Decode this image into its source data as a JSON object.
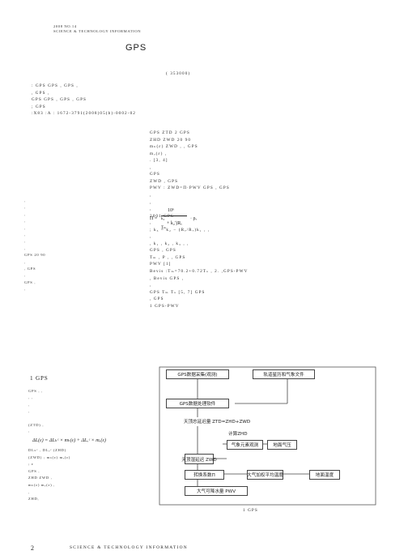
{
  "header": {
    "issue": "2008  NO.14",
    "journal": "SCIENCE  &  TECHNOLOGY  INFORMATION"
  },
  "title": "GPS",
  "affiliation": "(                                    353000)",
  "abstract_lines": [
    ":          GPS                  GPS                              ,          GPS                                                    ,",
    "                                          , GPS                                                                        ,",
    "GPS                                     GPS               ,              GPS             ,              GPS",
    "                   ; GPS",
    "         :X83                                      :A                                    : 1672-3791(2008)05(b)-0002-02"
  ],
  "right_lines": [
    "GPS                                                      ZTD     2  GPS",
    "            ZHD           ZWD                                          20       90",
    "mₕ(ε)                                    ZWD ,                       ,      GPS",
    "mₔ(ε)                                                                              ,",
    ".                                                                       [3, 4]",
    "                                                                    ,",
    "                                                                             GPS",
    "                                 ZWD                              ,          GPS",
    "PWV          : ZWD=Π·PWV            GPS          ,  GPS",
    "                                                                                                   ,",
    "                                                                               ,",
    "                                             ,",
    "                                                                             2001           GPS",
    "                                                                                                 ,",
    "                            ; k₃ = k₂ − (Rₑ/Rᵥ)k₁ ,                                   ,",
    "                                                     ,",
    ", k₁ ,  k₂ ,  k₃ ,                           ,",
    "GPS                               ,                                 GPS",
    "Tₘ                              ,                P            ,                   ,     GPS",
    "         PWV              [1]",
    "Bevis                       :Tₘ=70.2+0.72Tₛ ,         2.   ,GPS-PWV",
    "                                        , Bevis                                              GPS               ,",
    "                                                                                                               ,",
    "GPS                       Tₘ         Tₛ                                       [5, 7]                     GPS",
    "                                                           , GPS",
    "                                          1                                     GPS-PWV"
  ],
  "left_lines": [
    "                                                                                                                      ,",
    "                                                                                                                ,",
    "                                                                                                                    ,",
    "                                                                                                                 ,",
    "                                                                                                                 ,",
    "                                                                                                    ,",
    ",",
    "                                                                                                    ,",
    "GPS                20           90",
    ",",
    ",                                    GPS",
    "                  ,",
    "      GPS                ,",
    "            ,"
  ],
  "section1": {
    "heading": "1     GPS",
    "lines": [
      "GPS                          ,                      ,",
      "               ,                                   ,",
      ",",
      "                               ,",
      "",
      "(ZTD)                                                  ,",
      "                       :"
    ],
    "eq_main": "ΔL(ε) = ΔLₕᶜ × mₕ(ε) + ΔLᵥᶜ × mᵥ(ε)",
    "lines2": [
      "DLₕᶜ ,  DLᵥᶜ                                (ZHD)",
      "(ZWD) ;  mₕ(ε)    mᵥ(ε)",
      "; ε",
      "                                    GPS                     ,",
      "ZHD       ZWD                                                   ,",
      "                                          mₕ(ε)    mᵥ(ε) ,",
      ",",
      "                                    ZHD,"
    ]
  },
  "formula_pi": {
    "numerator": "10⁶",
    "den_frac_top": "k₃",
    "den_frac_bottom": "Tₘ",
    "den_rest": "+ k₂′)Rᵥ",
    "lhs": "Π =",
    "rho": "· ρᵥ"
  },
  "flowchart": {
    "caption": "1     GPS",
    "boxes": [
      "GPS数据采集(观测)",
      "轨道星历和气象文件",
      "GPS数据处理软件",
      "天顶总延迟量 ZTD=ZHD+ZWD",
      "计算ZHD",
      "气象元素观测",
      "地面气压",
      "天顶湿延迟 ZWD",
      "大气加权平均温度",
      "地面温度",
      "转换系数Π",
      "大气可降水量 PWV"
    ]
  },
  "footer": {
    "page": "2",
    "journal": "SCIENCE  &  TECHNOLOGY  INFORMATION"
  }
}
